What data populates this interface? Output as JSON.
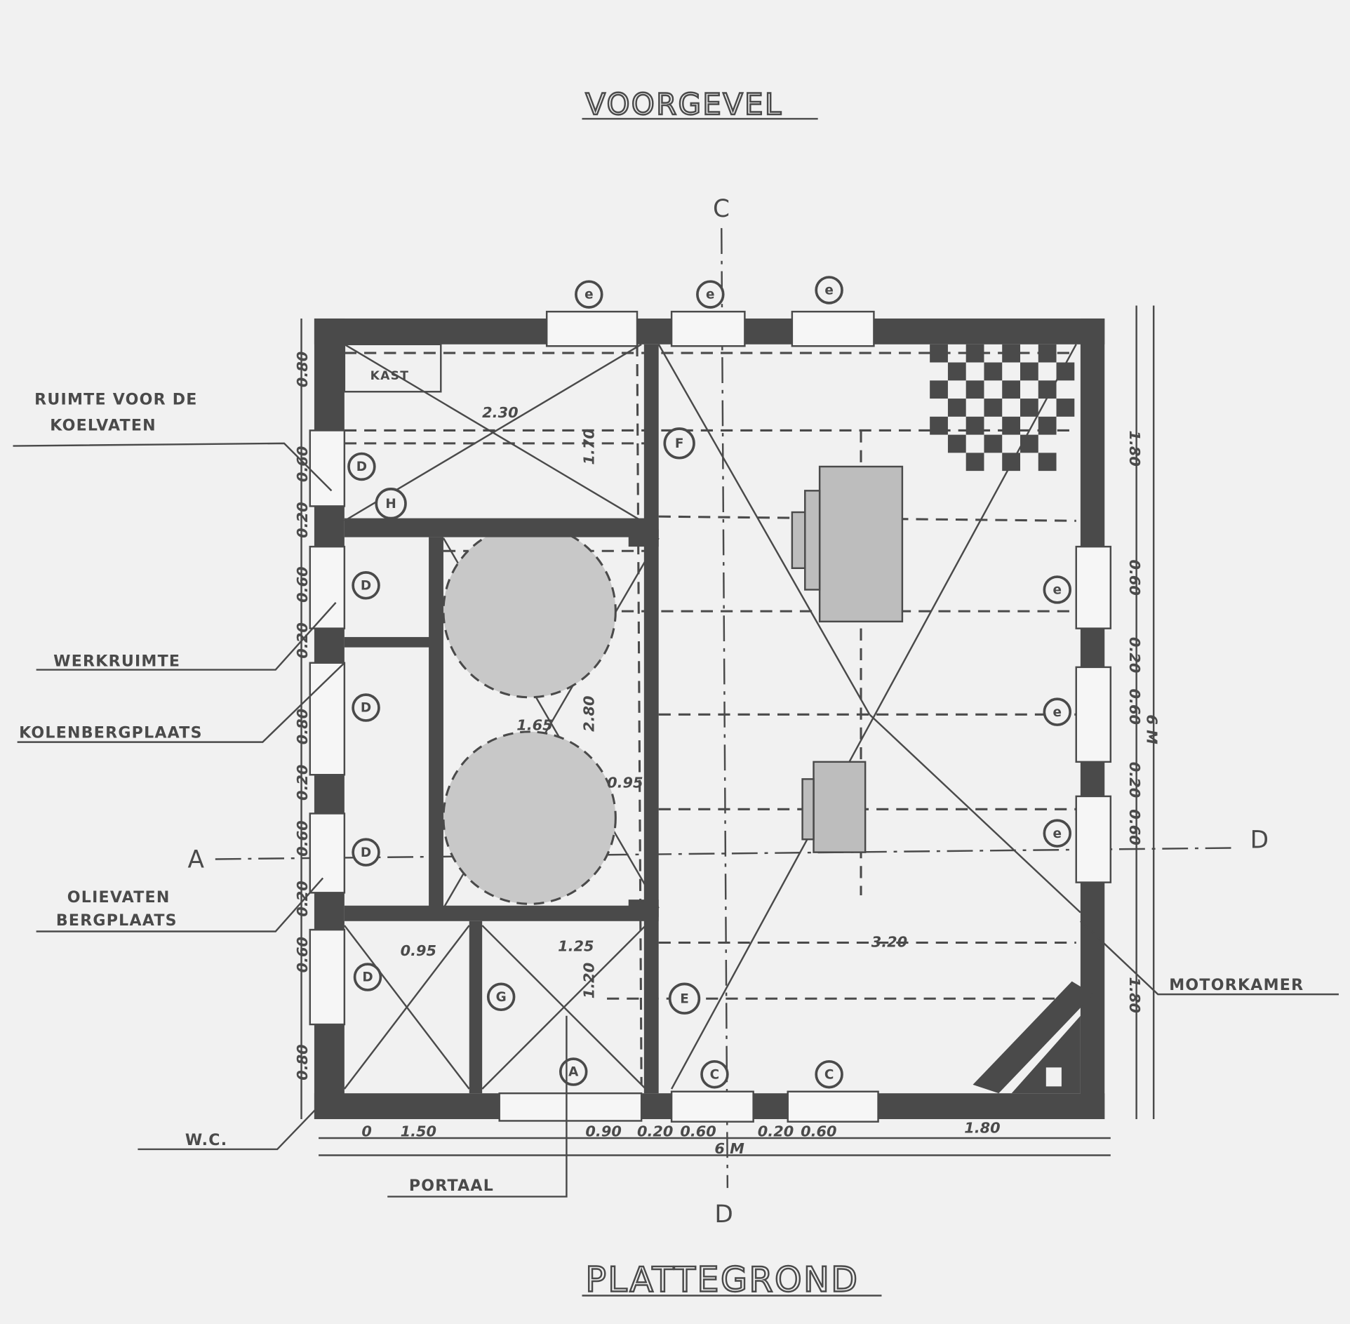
{
  "titles": {
    "elevation": "VOORGEVEL",
    "plan": "PLATTEGROND"
  },
  "section_markers": {
    "top": "C",
    "bottom": "D",
    "left": "A",
    "right": "D"
  },
  "rooms": {
    "koelvaten_1": "RUIMTE VOOR DE",
    "koelvaten_2": "KOELVATEN",
    "werkruimte": "WERKRUIMTE",
    "kolenbergplaats": "KOLENBERGPLAATS",
    "olievaten_1": "OLIEVATEN",
    "olievaten_2": "BERGPLAATS",
    "wc": "W.C.",
    "portaal": "PORTAAL",
    "motorkamer": "MOTORKAMER",
    "kast": "KAST"
  },
  "markers": {
    "e": "e",
    "D": "D",
    "H": "H",
    "F": "F",
    "G": "G",
    "E": "E",
    "A": "A",
    "C": "C"
  },
  "dimensions": {
    "d230": "2.30",
    "d170": "1.70",
    "d280": "2.80",
    "d165": "1.65",
    "d095a": "0.95",
    "d095b": "0.95",
    "d125": "1.25",
    "d120": "1.20",
    "d320": "3.20",
    "right_top": "1.80",
    "right_bottom": "1.80",
    "right_total": "6 M",
    "r060a": "0.60",
    "r020a": "0.20",
    "r060b": "0.60",
    "r020b": "0.20",
    "r060c": "0.60",
    "left_080a": "0.80",
    "left_060a": "0.60",
    "left_020a": "0.20",
    "left_060b": "0.60",
    "left_020b": "0.20",
    "left_080b": "0.80",
    "left_020c": "0.20",
    "left_060c": "0.60",
    "left_020d": "0.20",
    "left_060d": "0.60",
    "left_080c": "0.80",
    "b0": "0",
    "b150": "1.50",
    "b090": "0.90",
    "b020a": "0.20",
    "b060a": "0.60",
    "b020b": "0.20",
    "b060b": "0.60",
    "b180": "1.80",
    "bottom_total": "6 M"
  }
}
